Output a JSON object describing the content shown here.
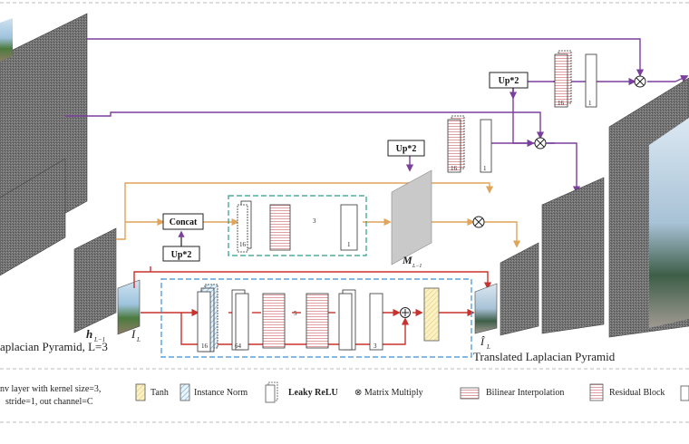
{
  "pyramid_left": {
    "h_label": "h",
    "h_sub": "L−1",
    "i_label": "I",
    "i_sub": "L",
    "caption": "aplacian Pyramid, L=3"
  },
  "pyramid_right": {
    "i_label": "Î",
    "i_sub": "L",
    "caption": "Translated Laplacian Pyramid"
  },
  "blocks": {
    "concat": "Concat",
    "up_left": "Up*2",
    "up_mid": "Up*2",
    "up_top": "Up*2"
  },
  "mask": {
    "label": "M",
    "sub": "L−1"
  },
  "channels": {
    "top_a": "16",
    "top_b": "1",
    "mid_a": "16",
    "mid_b": "1",
    "mask_a": "16",
    "mask_rep": "3",
    "mask_b": "1",
    "res_a": "16",
    "res_b": "64",
    "res_rep": "5",
    "res_c": "3"
  },
  "legend": {
    "conv_line1": "nv layer with kernel size=3,",
    "conv_line2": "stride=1, out channel=C",
    "tanh": "Tanh",
    "instance_norm": "Instance Norm",
    "leaky_relu": "Leaky ReLU",
    "matrix_multiply": "⊗ Matrix Multiply",
    "bilinear": "Bilinear Interpolation",
    "residual": "Residual Block"
  },
  "colors": {
    "purple": "#7b3f9e",
    "orange": "#e0a45a",
    "red": "#c8322c",
    "teal_dash": "#2f9a8a",
    "blue_dash": "#3b8fd6"
  }
}
